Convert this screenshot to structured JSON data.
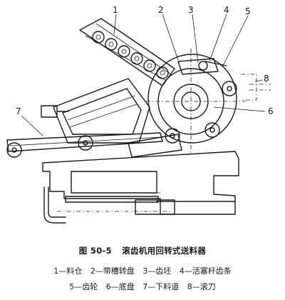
{
  "callouts": [
    "1",
    "2",
    "3",
    "4",
    "5",
    "6",
    "7",
    "8"
  ],
  "caption": {
    "figure_number": "图 50-5",
    "title": "滚齿机用回转式送料器"
  },
  "legend": {
    "line1": [
      "1—料仓",
      "2—带槽转盘",
      "3—齿坯",
      "4—活塞杆齿条"
    ],
    "line2": [
      "5—齿轮",
      "6—底盘",
      "7—下料道",
      "8—滚刀"
    ]
  }
}
